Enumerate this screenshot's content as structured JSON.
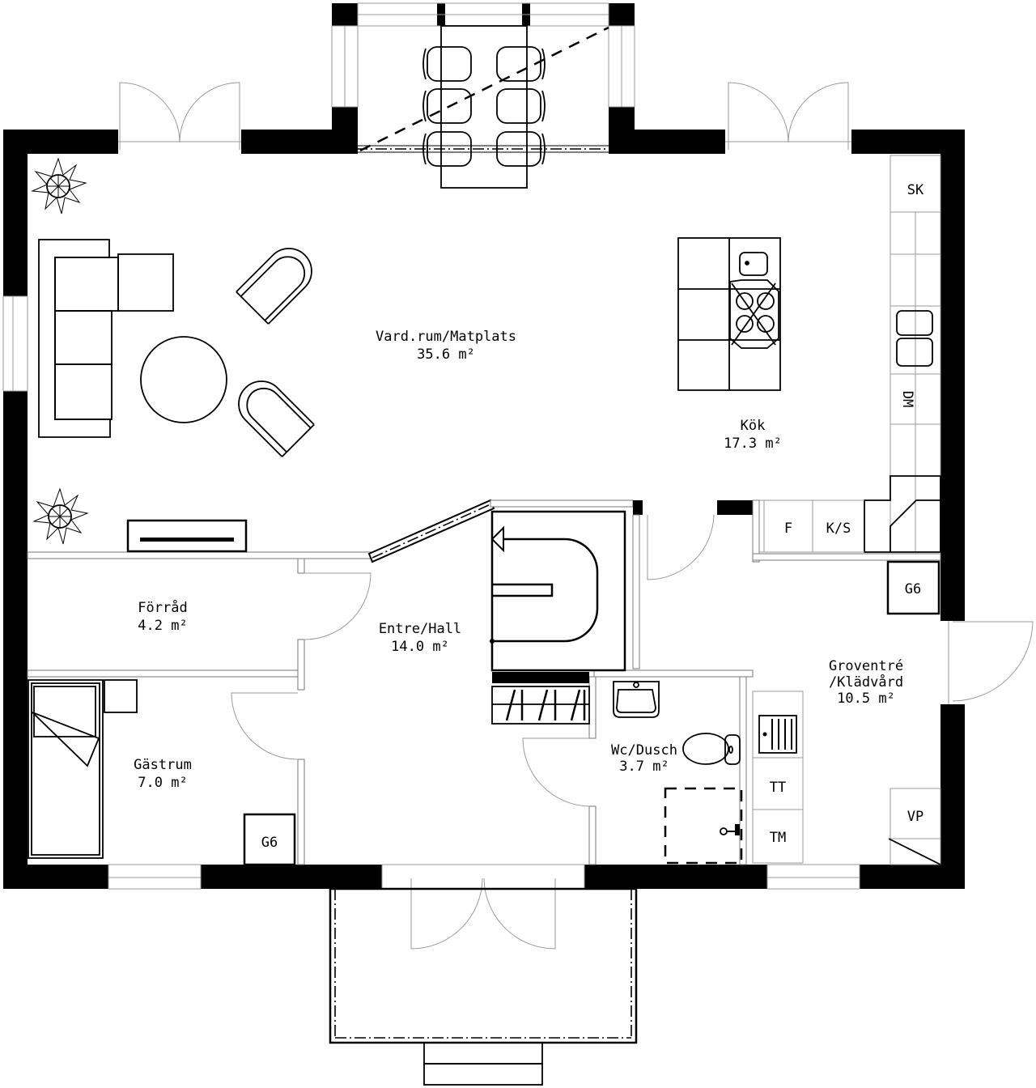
{
  "plan": {
    "type": "floor-plan",
    "area_unit": "m²",
    "rooms": [
      {
        "id": "vardrum",
        "name": "Vard.rum/Matplats",
        "area": "35.6 m²"
      },
      {
        "id": "kok",
        "name": "Kök",
        "area": "17.3 m²"
      },
      {
        "id": "forrad",
        "name": "Förråd",
        "area": "4.2 m²"
      },
      {
        "id": "entre",
        "name": "Entre/Hall",
        "area": "14.0 m²"
      },
      {
        "id": "gastrum",
        "name": "Gästrum",
        "area": "7.0 m²"
      },
      {
        "id": "wc",
        "name": "Wc/Dusch",
        "area": "3.7 m²"
      },
      {
        "id": "groventre",
        "name_line1": "Groventré",
        "name_line2": "/Klädvård",
        "area": "10.5 m²"
      }
    ],
    "fixtures": {
      "sk": "SK",
      "dm": "DM",
      "f": "F",
      "ks": "K/S",
      "g6_kitchen": "G6",
      "g6_guest": "G6",
      "tt": "TT",
      "tm": "TM",
      "vp": "VP"
    }
  }
}
